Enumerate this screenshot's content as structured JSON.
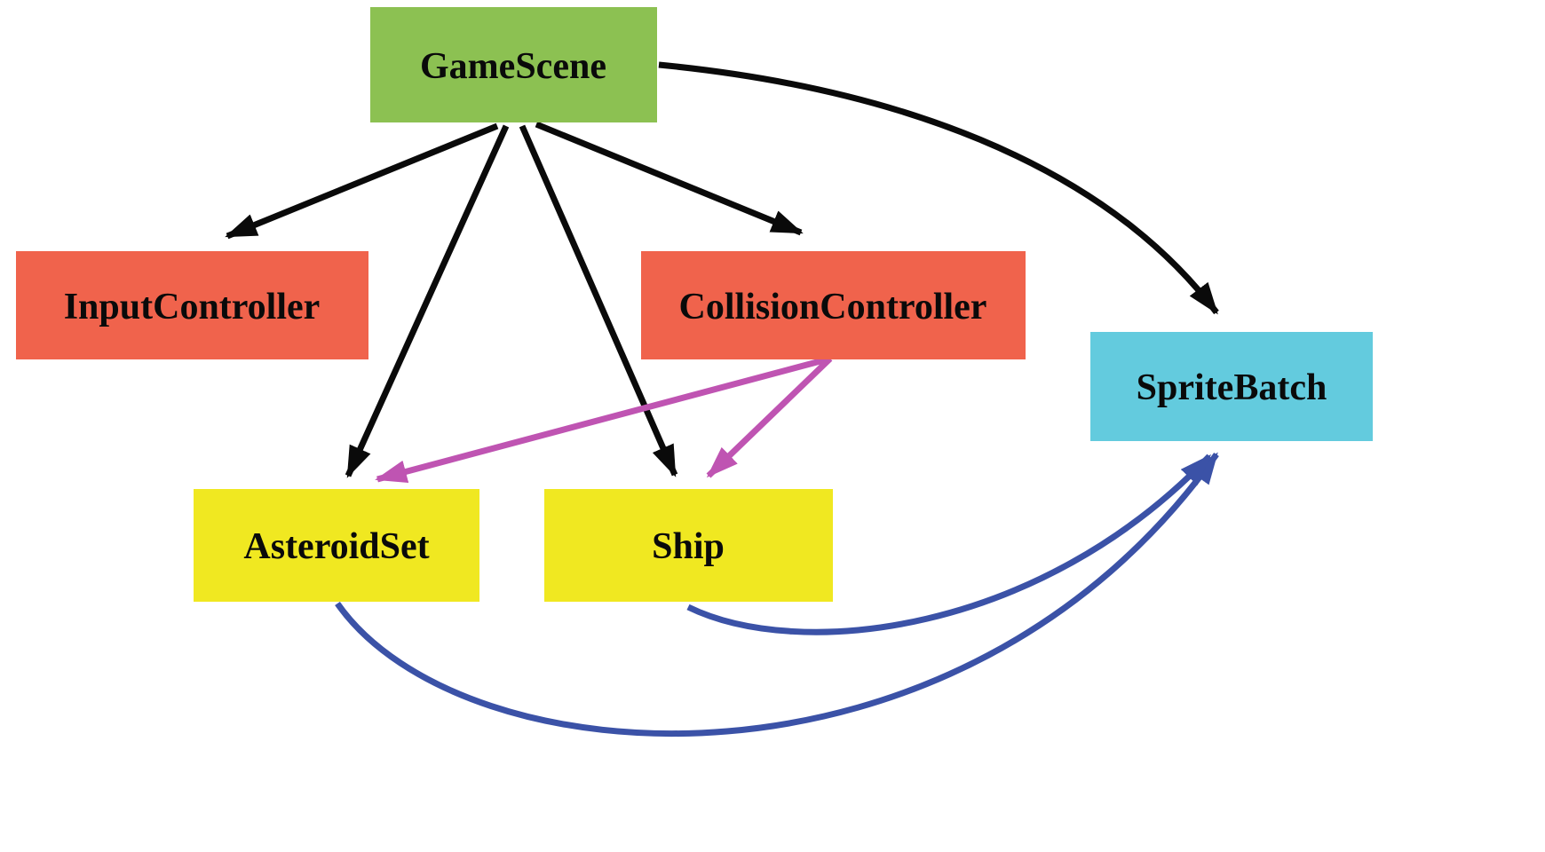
{
  "diagram": {
    "kind": "class-architecture-diagram",
    "nodes": {
      "gamescene": {
        "label": "GameScene",
        "color": "#8cc152"
      },
      "inputcontroller": {
        "label": "InputController",
        "color": "#f0634c"
      },
      "collisioncontroller": {
        "label": "CollisionController",
        "color": "#f0634c"
      },
      "spritebatch": {
        "label": "SpriteBatch",
        "color": "#63cbde"
      },
      "asteroidset": {
        "label": "AsteroidSet",
        "color": "#f0e821"
      },
      "ship": {
        "label": "Ship",
        "color": "#f0e821"
      }
    },
    "arrow_colors": {
      "ownership": "#0a0a0a",
      "collision": "#bf54b2",
      "draw": "#3b52a7"
    },
    "edges": [
      {
        "from": "GameScene",
        "to": "InputController",
        "color": "#0a0a0a"
      },
      {
        "from": "GameScene",
        "to": "AsteroidSet",
        "color": "#0a0a0a"
      },
      {
        "from": "GameScene",
        "to": "Ship",
        "color": "#0a0a0a"
      },
      {
        "from": "GameScene",
        "to": "CollisionController",
        "color": "#0a0a0a"
      },
      {
        "from": "GameScene",
        "to": "SpriteBatch",
        "color": "#0a0a0a"
      },
      {
        "from": "CollisionController",
        "to": "AsteroidSet",
        "color": "#bf54b2"
      },
      {
        "from": "CollisionController",
        "to": "Ship",
        "color": "#bf54b2"
      },
      {
        "from": "AsteroidSet",
        "to": "SpriteBatch",
        "color": "#3b52a7"
      },
      {
        "from": "Ship",
        "to": "SpriteBatch",
        "color": "#3b52a7"
      }
    ]
  }
}
